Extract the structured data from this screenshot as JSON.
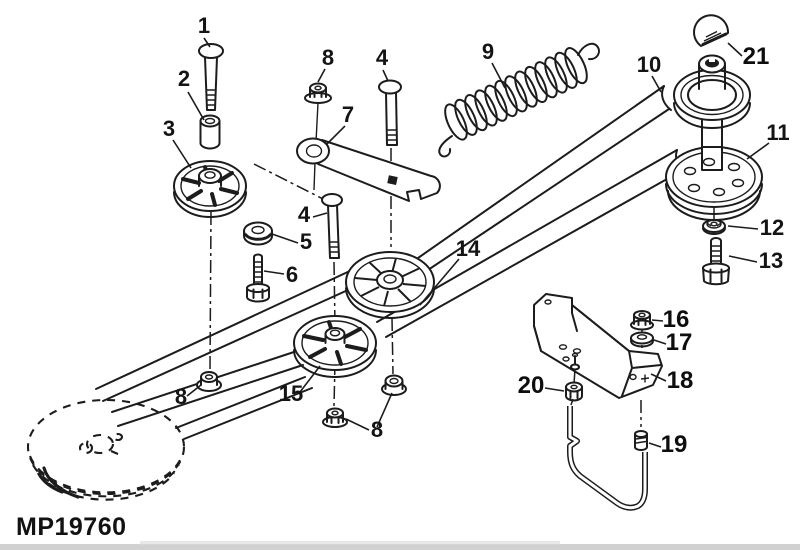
{
  "figure": {
    "code": "MP19760"
  },
  "callouts": {
    "c1": "1",
    "c2": "2",
    "c3": "3",
    "c4a": "4",
    "c4b": "4",
    "c5": "5",
    "c6": "6",
    "c7": "7",
    "c8a": "8",
    "c8b": "8",
    "c8c": "8",
    "c9": "9",
    "c10": "10",
    "c11": "11",
    "c12": "12",
    "c13": "13",
    "c14": "14",
    "c15": "15",
    "c16": "16",
    "c17": "17",
    "c18": "18",
    "c19": "19",
    "c20": "20",
    "c21": "21"
  },
  "colors": {
    "ink": "#1c1c1c",
    "paper": "#ffffff",
    "scan_band": "#c9c9c9"
  }
}
